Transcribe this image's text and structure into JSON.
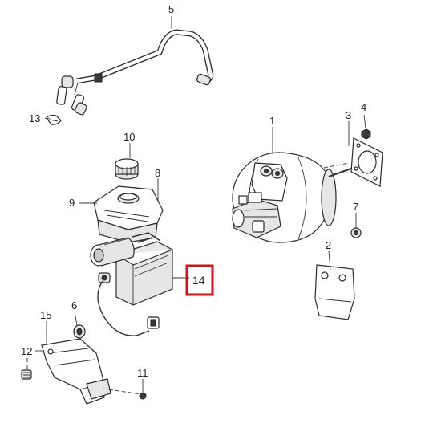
{
  "callouts": {
    "c1": "1",
    "c2": "2",
    "c3": "3",
    "c4": "4",
    "c5": "5",
    "c6": "6",
    "c7": "7",
    "c8": "8",
    "c9": "9",
    "c10": "10",
    "c11": "11",
    "c12": "12",
    "c13": "13",
    "c14": "14",
    "c15": "15"
  },
  "highlight": {
    "callout": "14",
    "color": "#d0131b"
  }
}
